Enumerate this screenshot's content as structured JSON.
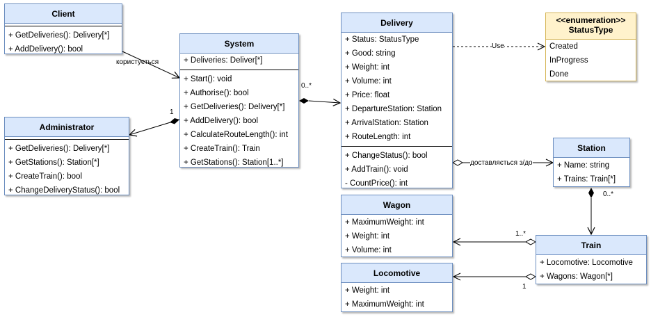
{
  "classes": {
    "client": {
      "name": "Client",
      "attributes": [],
      "methods": [
        "+ GetDeliveries(): Delivery[*]",
        "+ AddDelivery(): bool"
      ]
    },
    "administrator": {
      "name": "Administrator",
      "attributes": [],
      "methods": [
        "+ GetDeliveries(): Delivery[*]",
        "+ GetStations(): Station[*]",
        "+ CreateTrain(): bool",
        "+ ChangeDeliveryStatus(): bool"
      ]
    },
    "system": {
      "name": "System",
      "attributes": [
        "+ Deliveries: Deliver[*]"
      ],
      "methods": [
        "+ Start(): void",
        "+ Authorise(): bool",
        "+ GetDeliveries(): Delivery[*]",
        "+ AddDelivery(): bool",
        "+ CalculateRouteLength(): int",
        "+ CreateTrain(): Train",
        "+ GetStations(): Station[1..*]"
      ]
    },
    "delivery": {
      "name": "Delivery",
      "attributes": [
        "+ Status: StatusType",
        "+ Good: string",
        "+ Weight: int",
        "+ Volume: int",
        "+ Price: float",
        "+ DepartureStation: Station",
        "+ ArrivalStation: Station",
        "+ RouteLength: int"
      ],
      "methods": [
        "+ ChangeStatus(): bool",
        "+ AddTrain(): void",
        "- CountPrice(): int"
      ]
    },
    "status_type": {
      "stereotype": "<<enumeration>>",
      "name": "StatusType",
      "values": [
        "Created",
        "InProgress",
        "Done"
      ]
    },
    "station": {
      "name": "Station",
      "attributes": [
        "+ Name: string",
        "+ Trains: Train[*]"
      ],
      "methods": []
    },
    "wagon": {
      "name": "Wagon",
      "attributes": [
        "+ MaximumWeight: int",
        "+ Weight: int",
        "+ Volume: int"
      ],
      "methods": []
    },
    "train": {
      "name": "Train",
      "attributes": [
        "+ Locomotive: Locomotive",
        "+ Wagons: Wagon[*]"
      ],
      "methods": []
    },
    "locomotive": {
      "name": "Locomotive",
      "attributes": [
        "+ Weight: int",
        "+ MaximumWeight: int"
      ],
      "methods": []
    }
  },
  "relations": {
    "client_system": "користується",
    "system_admin_mult": "1",
    "system_delivery_mult": "0..*",
    "delivery_status": "Use",
    "delivery_station": "доставляється з/до",
    "station_train_mult": "0..*",
    "train_wagon_mult": "1..*",
    "train_locomotive_mult": "1"
  },
  "colors": {
    "class_fill": "#dae8fc",
    "class_border": "#6c8ebf",
    "enum_fill": "#fff2cc",
    "enum_border": "#d6b656"
  }
}
